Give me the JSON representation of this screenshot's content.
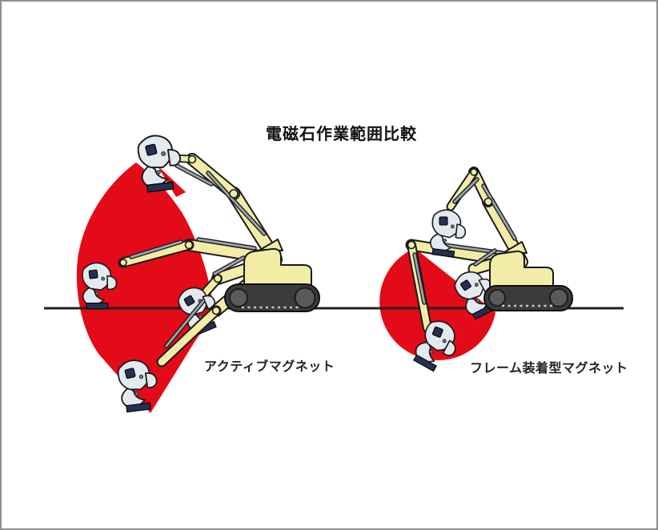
{
  "diagram": {
    "title": "電磁石作業範囲比較",
    "left_figure": {
      "caption": "アクティブマグネット"
    },
    "right_figure": {
      "caption": "フレーム装着型マグネット"
    }
  },
  "colors": {
    "range_red": "#e30b17",
    "machine_yellow": "#f2eca6",
    "magnet_gray": "#e2e9ef",
    "magnet_navy": "#24304e",
    "track_dark": "#3b3b3b",
    "ground_line": "#222222",
    "outline_black": "#1a1a1a",
    "frame_border": "#8e8e8e",
    "background": "#ffffff",
    "title_text": "#111111",
    "caption_text": "#222222"
  }
}
